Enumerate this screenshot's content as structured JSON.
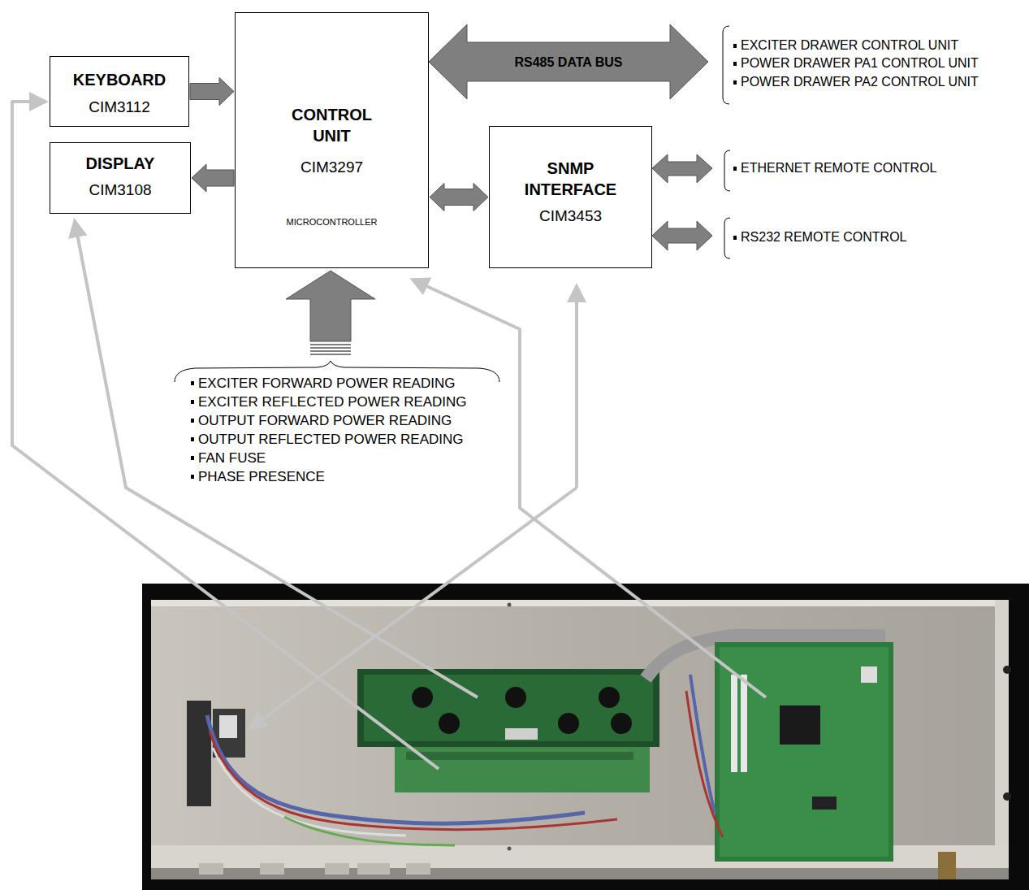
{
  "diagram": {
    "nodes": [
      {
        "text": [
          "KEYBOARD",
          "CIM3112"
        ]
      },
      {
        "text": [
          "DISPLAY",
          "CIM3108"
        ]
      },
      {
        "text": [
          "CONTROL UNIT",
          "CIM3297",
          "MICROCONTROLLER"
        ]
      },
      {
        "text": [
          "SNMP INTERFACE",
          "CIM3453"
        ]
      }
    ],
    "edges": [
      {
        "from": 0,
        "to": 2,
        "arrow": "to"
      },
      {
        "from": 2,
        "to": 1,
        "arrow": "to"
      },
      {
        "from": 2,
        "to": 3,
        "arrow": "both"
      }
    ],
    "labels": [
      "RS485 DATA BUS",
      "EXCITER DRAWER CONTROL UNIT",
      "POWER DRAWER PA1 CONTROL UNIT",
      "POWER DRAWER PA2 CONTROL UNIT",
      "ETHERNET REMOTE CONTROL",
      "RS232 REMOTE CONTROL",
      "EXCITER FORWARD POWER READING",
      "EXCITER REFLECTED POWER READING",
      "OUTPUT FORWARD POWER READING",
      "OUTPUT REFLECTED POWER READING",
      "FAN FUSE",
      "PHASE PRESENCE"
    ]
  }
}
